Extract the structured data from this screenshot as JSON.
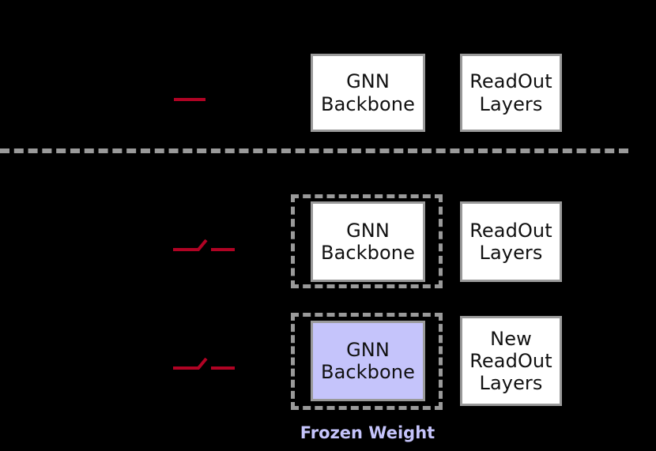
{
  "figure": {
    "background_color": "#000000",
    "box_fill": "#FFFFFF",
    "box_border_color": "#9A9A9A",
    "frozen_fill_color": "#C5C4FB",
    "frozen_text_color": "#C5C4FB",
    "molecule_color": "#B00324",
    "dashed_color": "#9A9A9A"
  },
  "rows": {
    "pretrain": {
      "molecule_label": "molecule-bond-single",
      "gnn_backbone_label": "GNN\nBackbone",
      "readout_label": "ReadOut\nLayers"
    },
    "finetune": {
      "molecule_label": "molecule-bond-zigzag",
      "gnn_backbone_label": "GNN\nBackbone",
      "readout_label": "ReadOut\nLayers"
    },
    "frozen": {
      "molecule_label": "molecule-bond-zigzag",
      "gnn_backbone_label": "GNN\nBackbone",
      "readout_label": "New\nReadOut\nLayers"
    }
  },
  "caption": {
    "frozen_weight_label": "Frozen Weight"
  }
}
